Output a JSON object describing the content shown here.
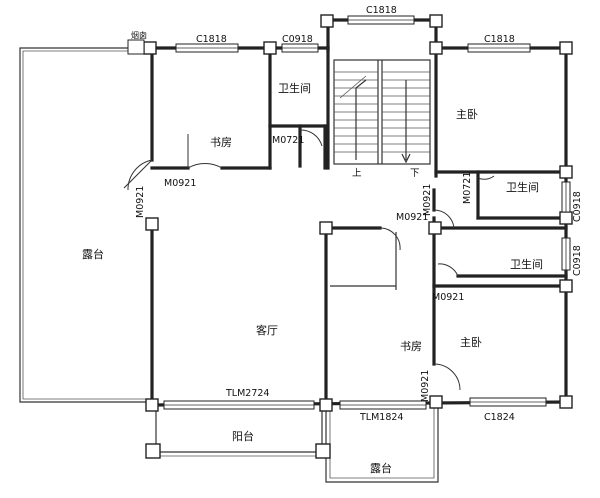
{
  "rooms": {
    "terrace_left": "露台",
    "study_top": "书房",
    "bath_top": "卫生间",
    "master_top": "主卧",
    "bath_right_top": "卫生间",
    "bath_right_mid": "卫生间",
    "living": "客厅",
    "study_mid": "书房",
    "master_bottom": "主卧",
    "balcony": "阳台",
    "terrace_bottom": "露台"
  },
  "codes": {
    "top_left_small": "烟囱",
    "c1818_left": "C1818",
    "c0918_top": "C0918",
    "c1818_stair": "C1818",
    "c1818_right": "C1818",
    "m0721_left": "M0721",
    "m0921_study": "M0921",
    "m0921_vertical": "M0921",
    "m0921_corridor": "M0921",
    "m0921_vertical2": "M0921",
    "m0721_right": "M0721",
    "c0918_right1": "C0918",
    "c0918_right2": "C0918",
    "m0921_right_mid": "M0921",
    "m0921_bottom": "M0921",
    "tlm2724": "TLM2724",
    "tlm1824": "TLM1824",
    "c1824": "C1824"
  },
  "stair_marks": {
    "up": "上",
    "down": "下"
  }
}
